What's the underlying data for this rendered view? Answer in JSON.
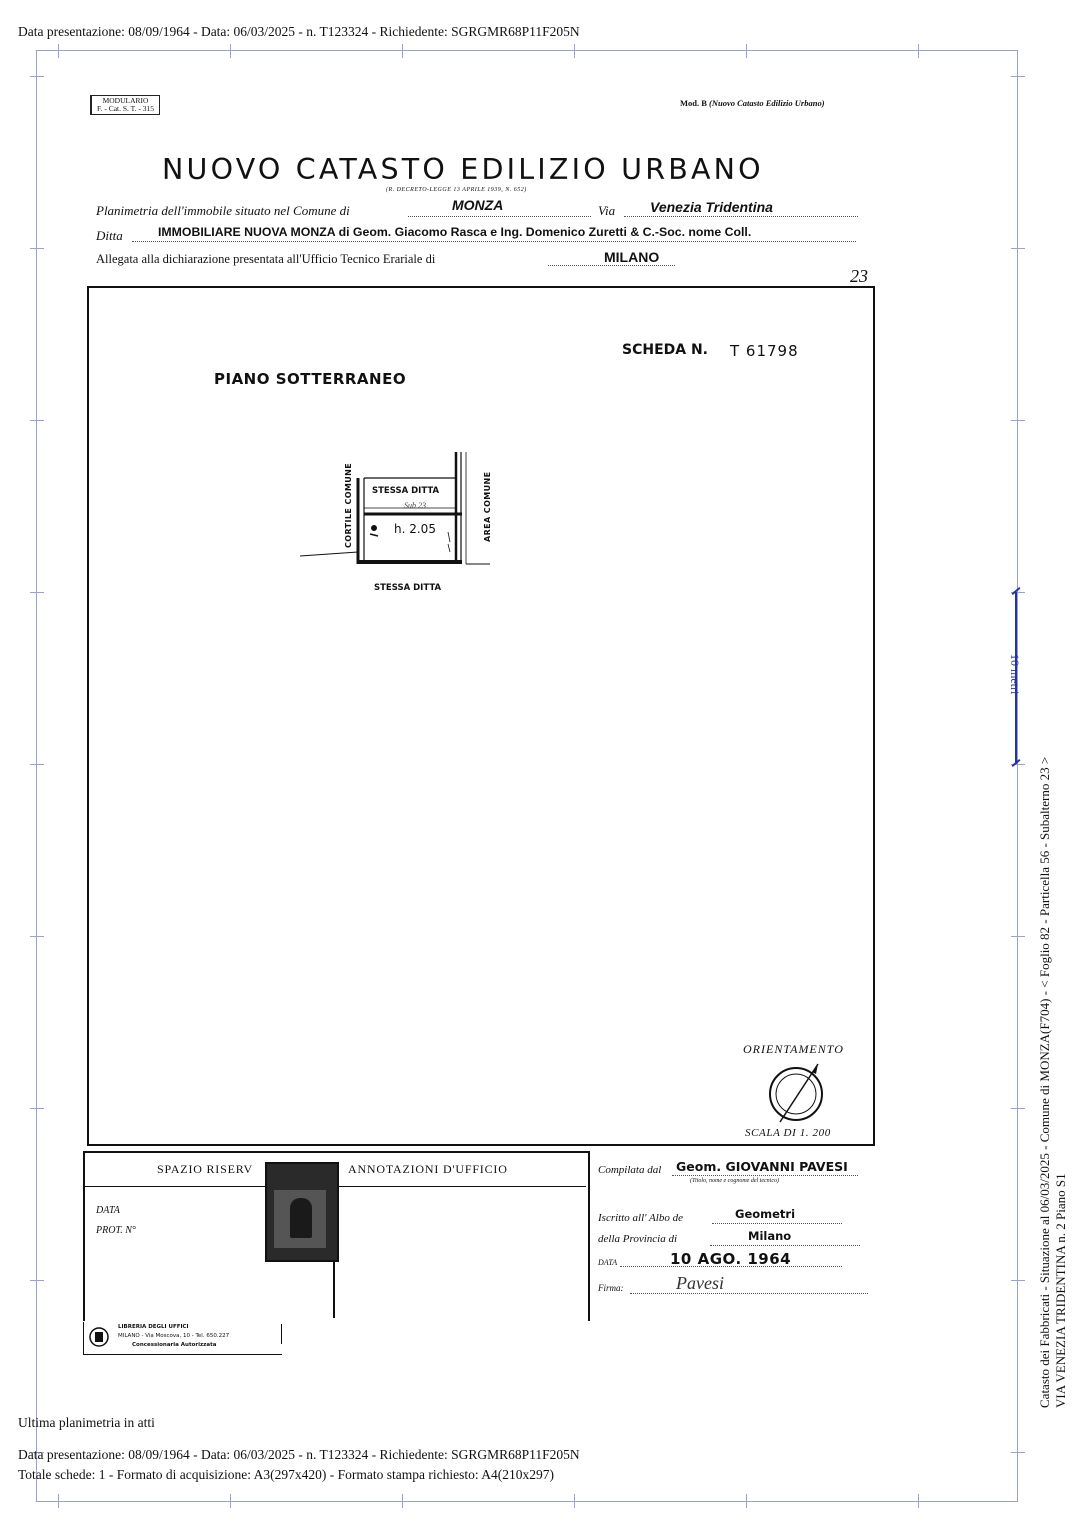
{
  "header": {
    "top_line": "Data presentazione: 08/09/1964 - Data: 06/03/2025 - n. T123324 - Richiedente: SGRGMR68P11F205N"
  },
  "form": {
    "modulario_line1": "MODULARIO",
    "modulario_line2": "F. - Cat. S. T. - 315",
    "mod_b_prefix": "Mod. B",
    "mod_b_suffix": "(Nuovo Catasto Edilizio Urbano)",
    "title": "NUOVO CATASTO EDILIZIO URBANO",
    "decree": "(R. DECRETO-LEGGE 13 APRILE 1939, N. 652)",
    "label_planimetria": "Planimetria dell'immobile situato nel Comune di",
    "comune_value": "MONZA",
    "label_via": "Via",
    "via_value": "Venezia Tridentina",
    "label_ditta": "Ditta",
    "ditta_value": "IMMOBILIARE NUOVA MONZA di Geom. Giacomo Rasca e Ing. Domenico Zuretti & C.-Soc. nome Coll.",
    "label_allegata": "Allegata alla dichiarazione presentata all'Ufficio Tecnico Erariale di",
    "ufficio_value": "MILANO",
    "subalterno_number": "23"
  },
  "plan": {
    "scheda_label": "SCHEDA N.",
    "scheda_value": "T 61798",
    "piano_label": "PIANO SOTTERRANEO",
    "label_cortile": "CORTILE COMUNE",
    "label_area": "AREA COMUNE",
    "label_stessa_top": "STESSA DITTA",
    "label_stessa_bottom": "STESSA DITTA",
    "room_sub": "Sub 23",
    "room_height": "h. 2.05",
    "orientamento": "ORIENTAMENTO",
    "scala": "SCALA DI 1. 200"
  },
  "reserved": {
    "title_left": "SPAZIO RISERV",
    "title_right": "ANNOTAZIONI D'UFFICIO",
    "data_label": "DATA",
    "prot_label": "PROT. N°"
  },
  "compiler": {
    "compilata_label": "Compilata dal",
    "compilata_value": "Geom. GIOVANNI PAVESI",
    "titolo_note": "(Titolo, nome e cognome del tecnico)",
    "albo_label": "Iscritto all' Albo de",
    "albo_value": "Geometri",
    "provincia_label": "della Provincia di",
    "provincia_value": "Milano",
    "data_label": "DATA",
    "data_value": "10 AGO. 1964",
    "firma_label": "Firma:",
    "firma_value": "Pavesi"
  },
  "printer": {
    "line1": "LIBRERIA DEGLI UFFICI",
    "line2": "MILANO - Via Moscova, 10 - Tel. 650.227",
    "line3": "Concessionaria Autorizzata"
  },
  "scale_bar": {
    "label": "10 metri"
  },
  "side_text": {
    "line1": "Catasto dei Fabbricati - Situazione al 06/03/2025 - Comune di MONZA(F704) - < Foglio 82 - Particella 56 - Subalterno 23 >",
    "line2": "VIA VENEZIA TRIDENTINA n. 2 Piano S1"
  },
  "footer": {
    "ultima": "Ultima planimetria in atti",
    "line1": "Data presentazione: 08/09/1964 - Data: 06/03/2025 - n. T123324 - Richiedente: SGRGMR68P11F205N",
    "line2": "Totale schede: 1 - Formato di acquisizione: A3(297x420)  - Formato stampa richiesto: A4(210x297)"
  }
}
